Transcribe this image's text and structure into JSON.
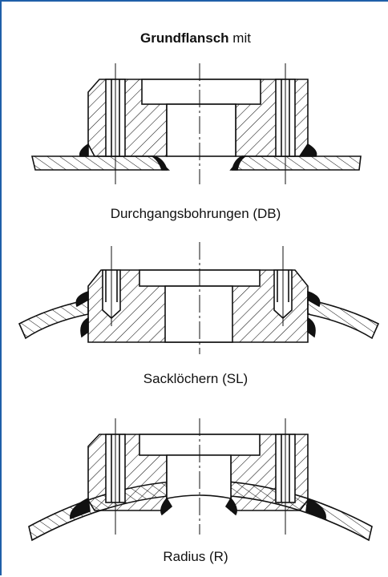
{
  "title": {
    "bold": "Grundflansch",
    "normal": "mit"
  },
  "variants": [
    {
      "caption": "Durchgangsbohrungen (DB)"
    },
    {
      "caption": "Sacklöchern (SL)"
    },
    {
      "caption": "Radius (R)"
    }
  ],
  "colors": {
    "frame": "#1f5fa8",
    "line": "#111111",
    "weld": "#111111"
  }
}
